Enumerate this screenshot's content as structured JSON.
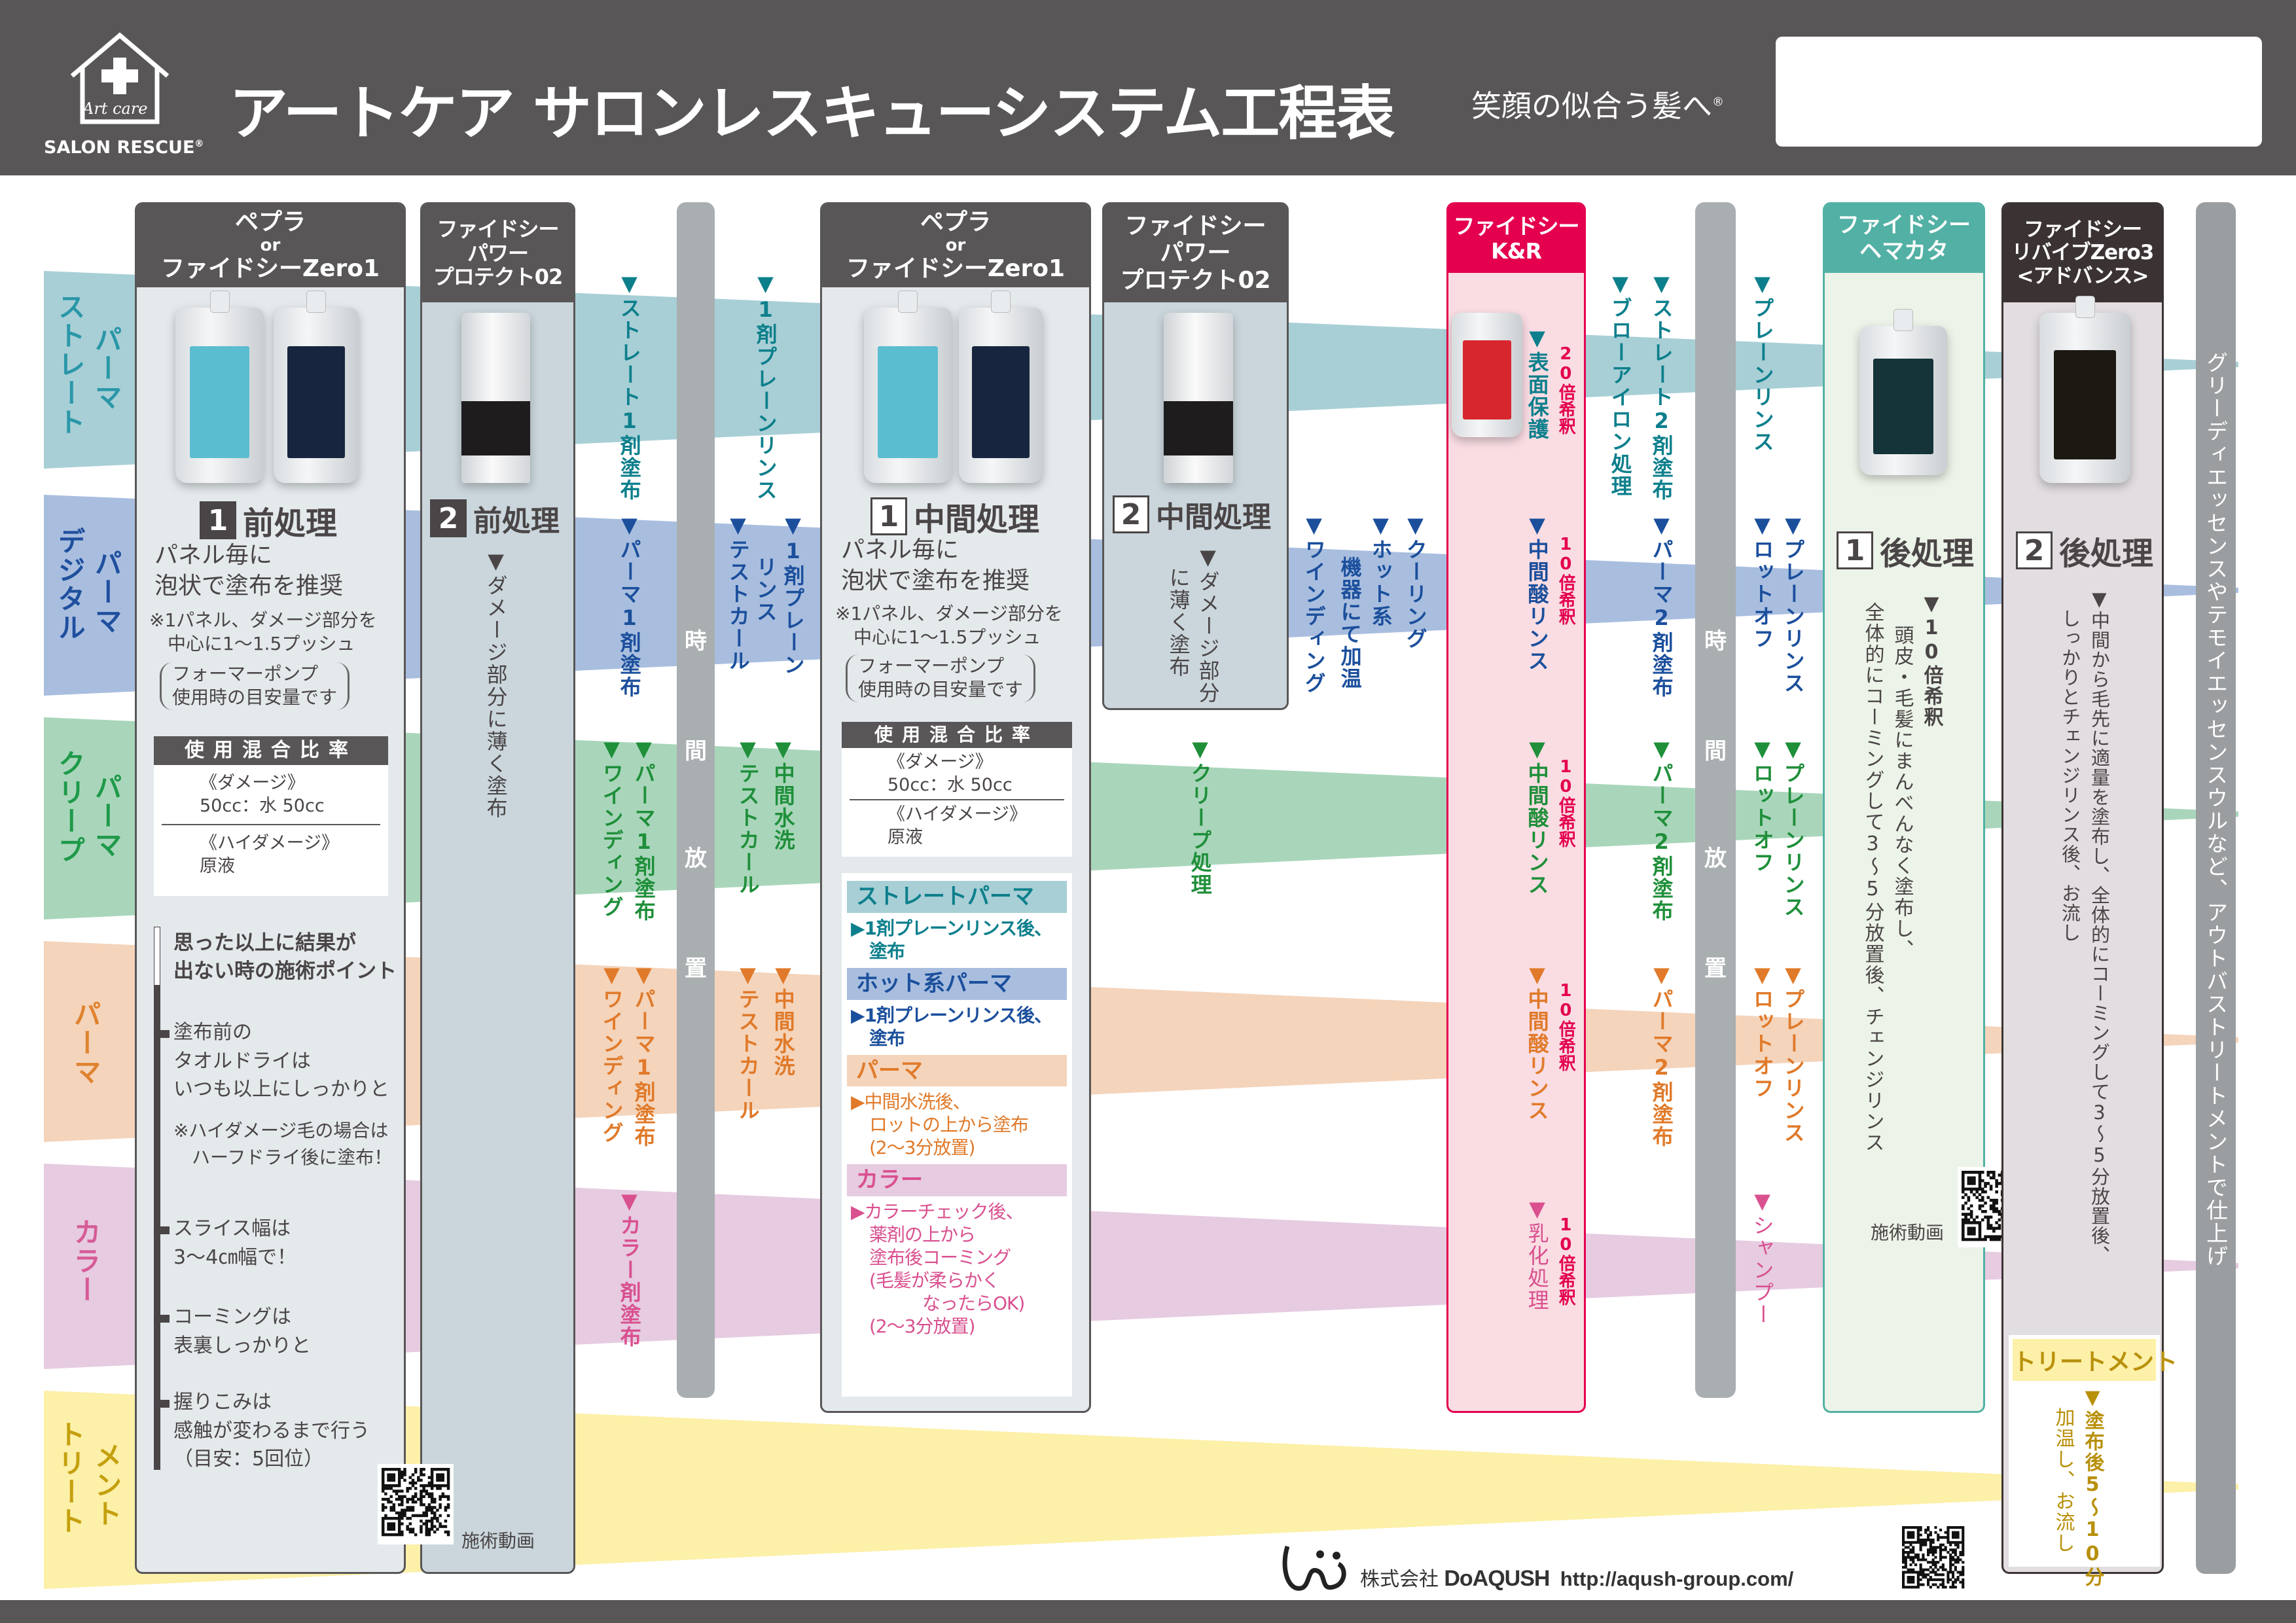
{
  "header": {
    "logo_text": "Art care",
    "logo_brand": "SALON RESCUE",
    "registered": "®",
    "title": "アートケア サロンレスキューシステム工程表",
    "subtitle": "笑顔の似合う髪へ"
  },
  "colors": {
    "straight": "#a8cfd6",
    "digital": "#a9bedf",
    "creep": "#a9d6bb",
    "perm": "#f4d4bb",
    "color": "#e6cbe1",
    "treatment": "#fdf0a8",
    "kr": "#e4004f",
    "hemakata": "#52b0a4"
  },
  "rows": [
    {
      "a": "パーマ",
      "b": "ストレート"
    },
    {
      "a": "パーマ",
      "b": "デジタル"
    },
    {
      "a": "パーマ",
      "b": "クリープ"
    },
    {
      "a": "パーマ"
    },
    {
      "a": "カラー"
    },
    {
      "a": "メント",
      "b": "トリート"
    }
  ],
  "time_bar": [
    "時",
    "間",
    "放",
    "置"
  ],
  "col_a": {
    "header": [
      "ペプラ",
      "or",
      "ファイドシーZero1"
    ],
    "num": "1",
    "step": "前処理",
    "desc": "パネル毎に\n泡状で塗布を推奨",
    "note": "※1パネル、ダメージ部分を\n　中心に1～1.5プッシュ",
    "note2": "フォーマーポンプ\n使用時の目安量です",
    "mix_title": "使用混合比率",
    "mix": [
      "《ダメージ》\n50cc：水 50cc",
      "《ハイダメージ》\n原液"
    ],
    "tips_title": "思った以上に結果が\n出ない時の施術ポイント",
    "tips": [
      "塗布前の\nタオルドライは\nいつも以上にしっかりと",
      "スライス幅は\n3～4㎝幅で！",
      "コーミングは\n表裏しっかりと",
      "握りこみは\n感触が変わるまで行う\n（目安：5回位）"
    ],
    "tips_note": "※ハイダメージ毛の場合は\n　ハーフドライ後に塗布！",
    "video": "施術動画"
  },
  "col_b": {
    "header": [
      "ファイドシー",
      "パワー",
      "プロテクト02"
    ],
    "num": "2",
    "step": "前処理",
    "text": "▼ダメージ部分に薄く塗布"
  },
  "col_c": {
    "header": [
      "ペプラ",
      "or",
      "ファイドシーZero1"
    ],
    "num": "1",
    "step": "中間処理",
    "desc": "パネル毎に\n泡状で塗布を推奨",
    "note": "※1パネル、ダメージ部分を\n　中心に1～1.5プッシュ",
    "note2": "フォーマーポンプ\n使用時の目安量です",
    "mix_title": "使用混合比率",
    "mix": [
      "《ダメージ》\n50cc：水 50cc",
      "《ハイダメージ》\n原液"
    ],
    "types": [
      {
        "name": "ストレートパーマ",
        "text": "▶1剤プレーンリンス後、\n塗布"
      },
      {
        "name": "ホット系パーマ",
        "text": "▶1剤プレーンリンス後、\n塗布"
      },
      {
        "name": "パーマ",
        "text": "▶中間水洗後、\nロットの上から塗布\n(2～3分放置)"
      },
      {
        "name": "カラー",
        "text": "▶カラーチェック後、\n薬剤の上から\n塗布後コーミング\n(毛髪が柔らかく\n　　　なったらOK)\n(2～3分放置)"
      }
    ]
  },
  "col_d": {
    "header": [
      "ファイドシー",
      "パワー",
      "プロテクト02"
    ],
    "num": "2",
    "step": "中間処理",
    "text1": "▼ダメージ部分",
    "text2": "に薄く塗布"
  },
  "col_e": {
    "header": [
      "ファイドシー",
      "K&R"
    ]
  },
  "col_f": {
    "header": [
      "ファイドシー",
      "ヘマカタ"
    ],
    "num": "1",
    "step": "後処理",
    "dil": "▼10倍希釈",
    "t1": "頭皮・毛髪にまんべんなく塗布し、",
    "t2": "全体的にコーミングして3～5分放置後、チェンジリンス",
    "video": "施術動画"
  },
  "col_g": {
    "header": [
      "ファイドシー",
      "リバイブZero3",
      "<アドバンス>"
    ],
    "num": "2",
    "step": "後処理",
    "t1": "▼中間から毛先に適量を塗布し、全体的にコーミングして3～5分放置後、",
    "t2": "しっかりとチェンジリンス後、お流し",
    "treat_title": "トリートメント",
    "treat1": "▼塗布後5～10分",
    "treat2": "加温し、お流し"
  },
  "final_bar": "グリーディエッセンスやテモイエッセンスウルなど、アウトバストリートメントで仕上げ",
  "steps": {
    "s_str1": "▼ストレート1剤塗布",
    "s_dig1": "▼パーマ1剤塗布",
    "s_crp_wind": "▼ワインディング",
    "s_crp1": "▼パーマ1剤塗布",
    "s_prm_wind": "▼ワインディング",
    "s_prm1": "▼パーマ1剤塗布",
    "s_col1": "▼カラー剤塗布",
    "s_str_rinse": "▼1剤プレーンリンス",
    "s_dig_test": "▼テストカール",
    "s_dig_rinse_a": "▼1剤プレーン",
    "s_dig_rinse_b": "リンス",
    "s_crp_test": "▼テストカール",
    "s_crp_wash": "▼中間水洗",
    "s_prm_test": "▼テストカール",
    "s_prm_wash": "▼中間水洗",
    "s_crp_treat": "▼クリープ処理",
    "s_dig_wind": "▼ワインディング",
    "s_dig_hot_a": "▼ホット系",
    "s_dig_hot_b": "機器にて加温",
    "s_dig_cool": "▼クーリング",
    "kr_str": "▼表面保護",
    "kr_str_dil": "20倍希釈",
    "kr_dig": "▼中間酸リンス",
    "kr_dig_dil": "10倍希釈",
    "kr_crp": "▼中間酸リンス",
    "kr_crp_dil": "10倍希釈",
    "kr_prm": "▼中間酸リンス",
    "kr_prm_dil": "10倍希釈",
    "kr_col": "▼乳化処理",
    "kr_col_dil": "10倍希釈",
    "s_str_blow": "▼ブローアイロン処理",
    "s_str2": "▼ストレート2剤塗布",
    "s_dig2": "▼パーマ2剤塗布",
    "s_crp2": "▼パーマ2剤塗布",
    "s_prm2": "▼パーマ2剤塗布",
    "s_str_plain": "▼プレーンリンス",
    "s_dig_off": "▼ロットオフ",
    "s_dig_plain": "▼プレーンリンス",
    "s_crp_off": "▼ロットオフ",
    "s_crp_plain": "▼プレーンリンス",
    "s_prm_off": "▼ロットオフ",
    "s_prm_plain": "▼プレーンリンス",
    "s_col_sham": "▼シャンプー"
  },
  "footer": {
    "company_prefix": "株式会社",
    "company": "DoAQUSH",
    "url": "http://aqush-group.com/"
  }
}
